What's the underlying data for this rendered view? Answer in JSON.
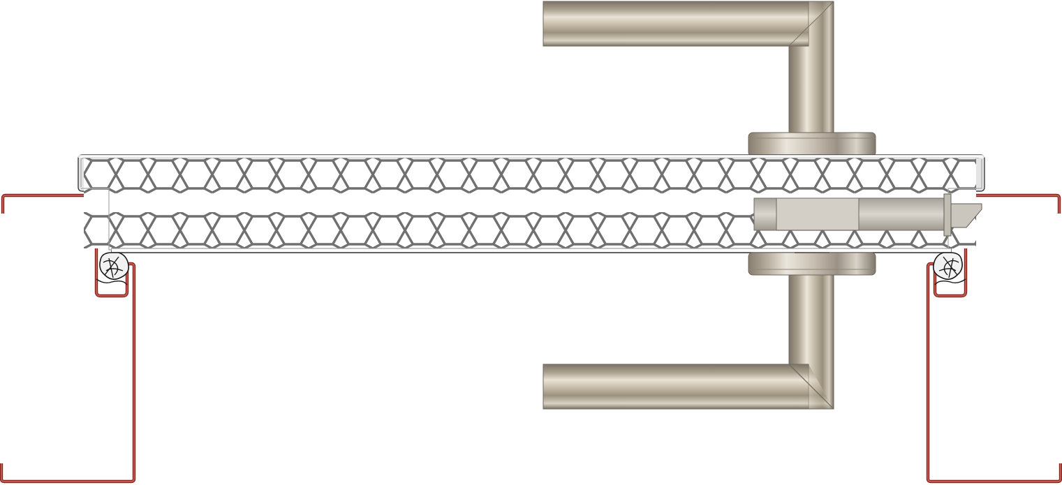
{
  "drawing": {
    "subject": "door-section-with-lever-handle",
    "colors": {
      "background": "#ffffff",
      "frame_steel": "#b9473f",
      "frame_steel_inner": "#7a1f1a",
      "door_skin": "#dcdcdc",
      "door_skin_outline": "#3a3a3a",
      "honeycomb": "#6f6f6f",
      "honeycomb_fill": "#ffffff",
      "seal": "#1a1a1a",
      "handle_dark": "#8b8273",
      "handle_mid": "#c9bfae",
      "handle_light": "#ece6da",
      "latch_body": "#cfcac0",
      "latch_dark": "#8e8a82"
    },
    "parts": [
      {
        "name": "left-frame-profile",
        "icon": "steel-frame-icon"
      },
      {
        "name": "right-frame-profile",
        "icon": "steel-frame-icon"
      },
      {
        "name": "door-leaf",
        "icon": "honeycomb-core-icon"
      },
      {
        "name": "lever-handle-top",
        "icon": "lever-handle-icon"
      },
      {
        "name": "lever-handle-bottom",
        "icon": "lever-handle-icon"
      },
      {
        "name": "mortise-latch",
        "icon": "latch-icon"
      },
      {
        "name": "left-seal",
        "icon": "gasket-icon"
      },
      {
        "name": "right-seal",
        "icon": "gasket-icon"
      }
    ]
  }
}
